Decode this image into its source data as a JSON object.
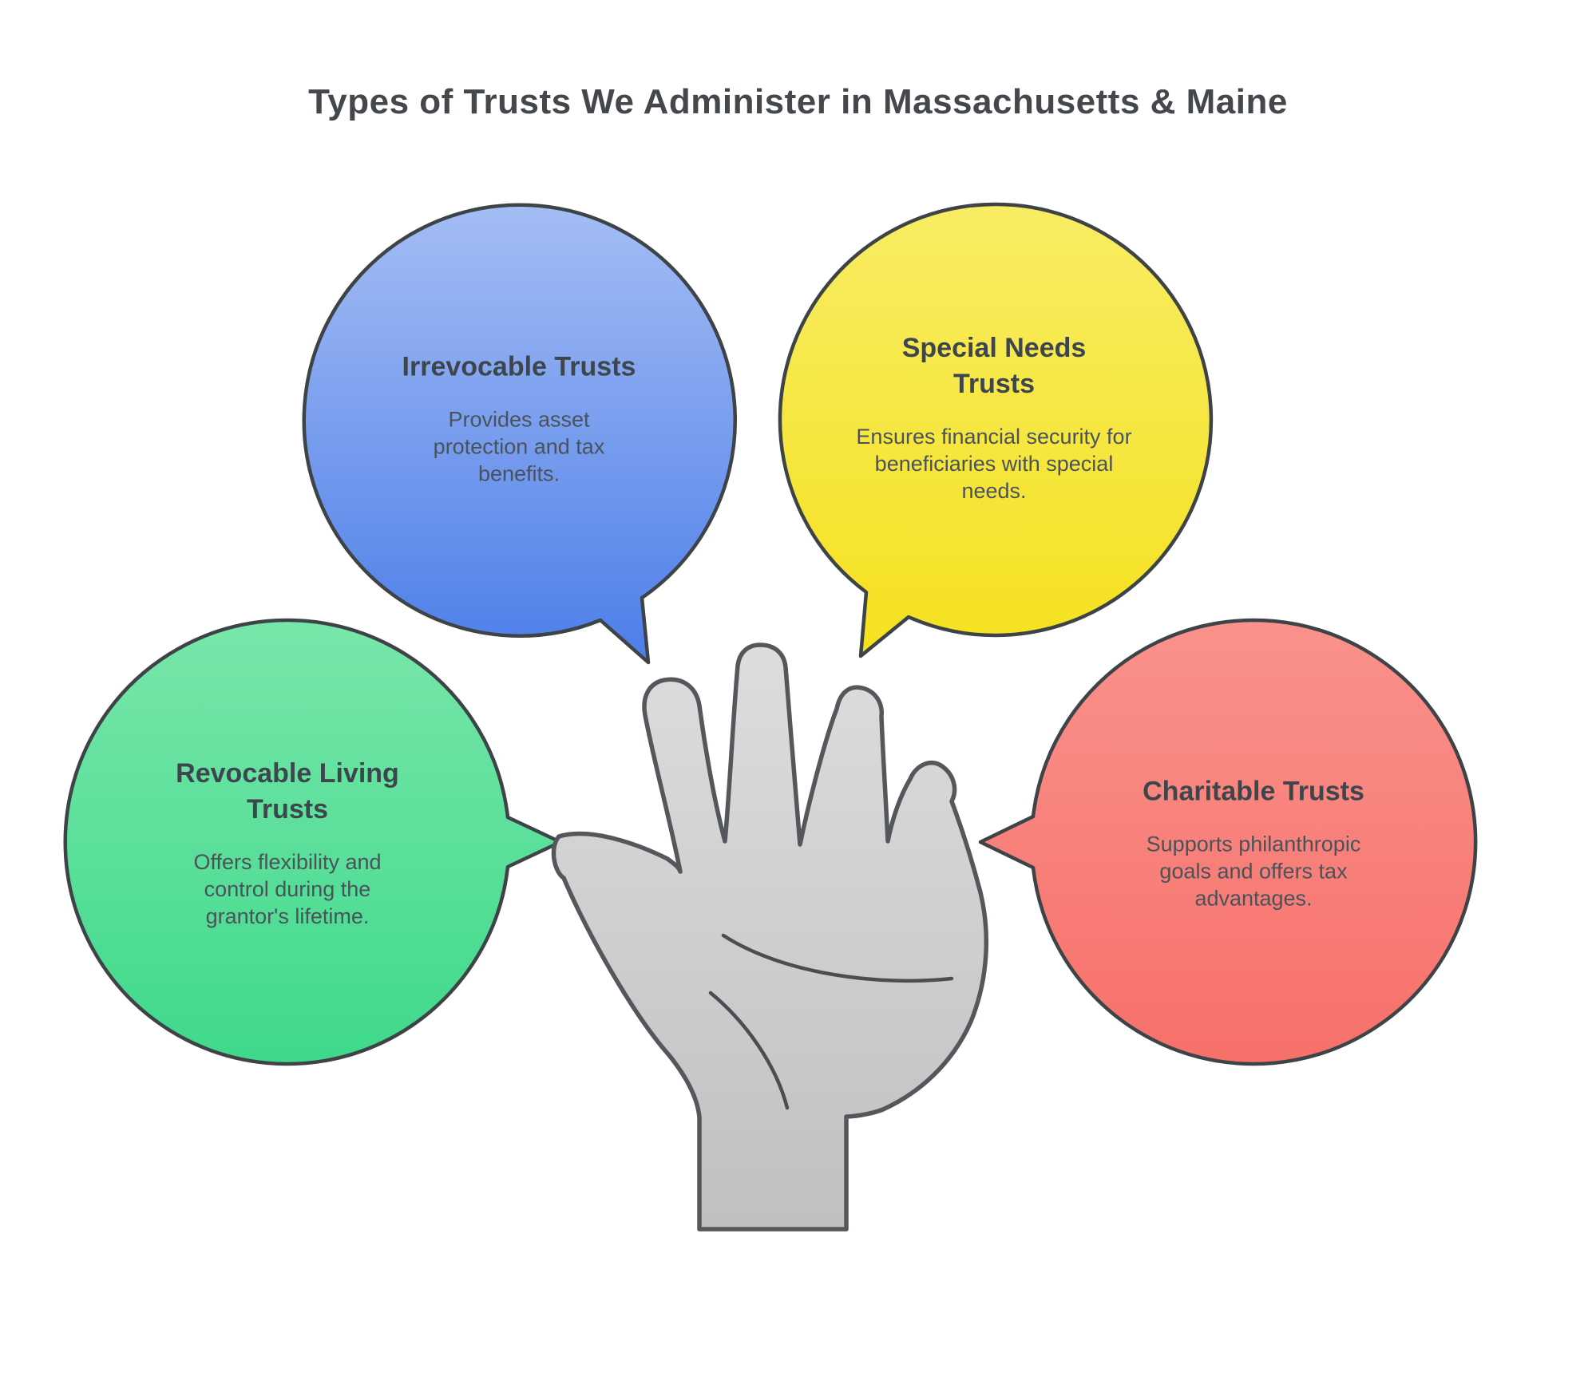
{
  "title": "Types of Trusts We Administer in Massachusetts & Maine",
  "outline_color": "#3E4347",
  "bubbles": [
    {
      "id": "irrevocable-trusts",
      "heading": "Irrevocable Trusts",
      "body": "Provides asset protection and tax benefits.",
      "color_top": "#A4BDF4",
      "color_bottom": "#4C7EE9"
    },
    {
      "id": "special-needs-trusts",
      "heading": "Special Needs Trusts",
      "body": "Ensures financial security for beneficiaries with special needs.",
      "color_top": "#F8EC64",
      "color_bottom": "#F5E11E"
    },
    {
      "id": "revocable-living-trusts",
      "heading": "Revocable Living Trusts",
      "body": "Offers flexibility and control during the grantor's lifetime.",
      "color_top": "#78E6AA",
      "color_bottom": "#3FD98B"
    },
    {
      "id": "charitable-trusts",
      "heading": "Charitable Trusts",
      "body": "Supports philanthropic goals and offers tax advantages.",
      "color_top": "#F9928B",
      "color_bottom": "#F7706A"
    }
  ],
  "center_icon": "open-palm-hand-icon",
  "hand": {
    "fill_top": "#DDDDDD",
    "fill_bottom": "#C0C0C0",
    "stroke": "#54585C"
  }
}
